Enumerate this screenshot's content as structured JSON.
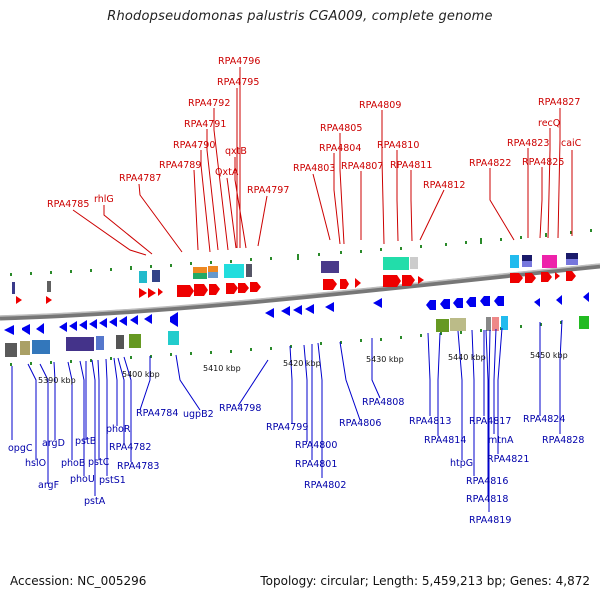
{
  "title": "Rhodopseudomonas palustris CGA009, complete genome",
  "footer": {
    "accession": "Accession: NC_005296",
    "summary": "Topology: circular; Length: 5,459,213 bp; Genes: 4,872"
  },
  "ticks": [
    "5390 kbp",
    "5400 kbp",
    "5410 kbp",
    "5420 kbp",
    "5430 kbp",
    "5440 kbp",
    "5450 kbp"
  ],
  "top_labels": [
    "RPA4796",
    "RPA4795",
    "RPA4792",
    "RPA4791",
    "RPA4790",
    "qxtB",
    "RPA4789",
    "QxtA",
    "RPA4787",
    "rhlG",
    "RPA4785",
    "RPA4797",
    "RPA4809",
    "RPA4805",
    "RPA4804",
    "RPA4803",
    "RPA4807",
    "RPA4810",
    "RPA4811",
    "RPA4812",
    "RPA4827",
    "recQ",
    "RPA4823",
    "RPA4825",
    "caiC",
    "RPA4822"
  ],
  "bottom_labels": [
    "opgC",
    "hslO",
    "argF",
    "argD",
    "phoB",
    "phoU",
    "pstA",
    "pstB",
    "pstC",
    "pstS1",
    "phoR",
    "RPA4782",
    "RPA4783",
    "RPA4784",
    "ugpB2",
    "RPA4798",
    "RPA4799",
    "RPA4800",
    "RPA4801",
    "RPA4802",
    "RPA4806",
    "RPA4808",
    "RPA4813",
    "RPA4814",
    "htpG",
    "RPA4816",
    "RPA4817",
    "RPA4818",
    "RPA4819",
    "mtnA",
    "RPA4821",
    "RPA4824",
    "RPA4828"
  ],
  "colors": {
    "forward": "#ee0000",
    "reverse": "#0000ee",
    "top_label": "#cc0000",
    "bottom_label": "#0000aa",
    "backbone": "#808080"
  }
}
